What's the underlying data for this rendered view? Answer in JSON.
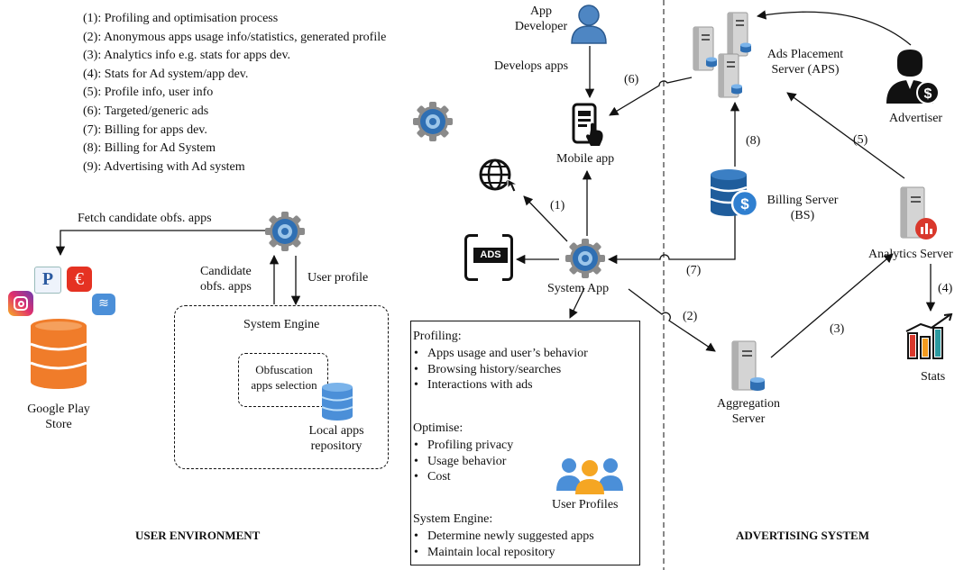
{
  "legend": [
    "(1): Profiling and optimisation process",
    "(2): Anonymous apps usage info/statistics, generated profile",
    "(3): Analytics info e.g. stats for apps dev.",
    "(4): Stats for Ad system/app dev.",
    "(5): Profile info, user info",
    "(6): Targeted/generic ads",
    "(7): Billing for apps dev.",
    "(8): Billing for Ad System",
    "(9): Advertising with Ad system"
  ],
  "user_env": {
    "fetch_label": "Fetch candidate obfs. apps",
    "candidate_label": "Candidate\nobfs. apps",
    "user_profile_label": "User profile",
    "google_play": "Google Play\nStore",
    "system_engine": "System Engine",
    "obfuscation": "Obfuscation\napps selection",
    "local_repo": "Local apps\nrepository",
    "section_title": "USER ENVIRONMENT"
  },
  "center": {
    "app_developer": "App\nDeveloper",
    "develops_apps": "Develops apps",
    "mobile_app": "Mobile app",
    "system_app": "System App",
    "ads_label": "ADS",
    "n1": "(1)",
    "n2": "(2)",
    "n3": "(3)",
    "n4": "(4)",
    "n5": "(5)",
    "n6": "(6)",
    "n7": "(7)",
    "n8": "(8)"
  },
  "profile_box": {
    "profiling_title": "Profiling:",
    "profiling_items": [
      "Apps usage and user’s behavior",
      "Browsing history/searches",
      "Interactions with ads"
    ],
    "optimise_title": "Optimise:",
    "optimise_items": [
      "Profiling privacy",
      "Usage behavior",
      "Cost"
    ],
    "user_profiles": "User Profiles",
    "engine_title": "System Engine:",
    "engine_items": [
      "Determine newly suggested apps",
      "Maintain local repository"
    ]
  },
  "ad_system": {
    "aps": "Ads Placement\nServer (APS)",
    "advertiser": "Advertiser",
    "billing": "Billing Server\n(BS)",
    "analytics": "Analytics Server",
    "aggregation": "Aggregation\nServer",
    "stats": "Stats",
    "section_title": "ADVERTISING SYSTEM"
  },
  "colors": {
    "gear_blue": "#2f6fb3",
    "gear_gray": "#8a8a8a",
    "database_orange": "#f07c2a",
    "database_blue": "#4b8fd8",
    "billing_blue": "#1f5d9c",
    "person_blue": "#4e86c3",
    "server_gray": "#c7c7c7",
    "stats_red": "#d9382c",
    "stats_orange": "#f29b20",
    "stats_teal": "#2b9aa0"
  }
}
